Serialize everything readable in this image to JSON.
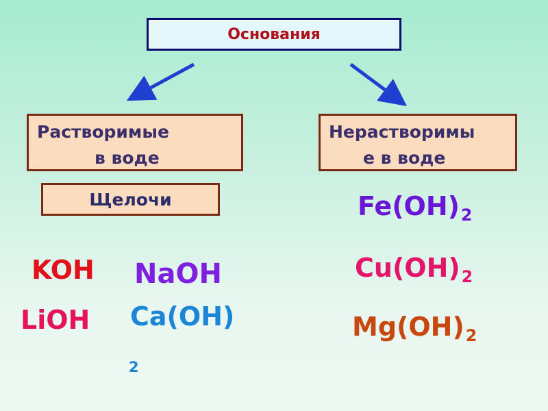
{
  "root": {
    "label": "Основания"
  },
  "left": {
    "line1": "Растворимые",
    "line2": "в воде",
    "subcategory": "Щелочи",
    "formulas": {
      "koh": "KOH",
      "lioh": "LiOH",
      "naoh": "NaOH",
      "caoh": "Ca(OH)",
      "caoh_index": "2"
    }
  },
  "right": {
    "line1": "Нерастворимы",
    "line2": "е в воде",
    "formulas": [
      {
        "base": "Fe(OH)",
        "index": "2"
      },
      {
        "base": "Cu(OH)",
        "index": "2"
      },
      {
        "base": "Mg(OH)",
        "index": "2"
      }
    ]
  },
  "colors": {
    "arrow": "#1f3fd0",
    "root_text": "#b10f1a",
    "box_fill": "#fcdcbf",
    "box_border": "#7a2a14"
  }
}
